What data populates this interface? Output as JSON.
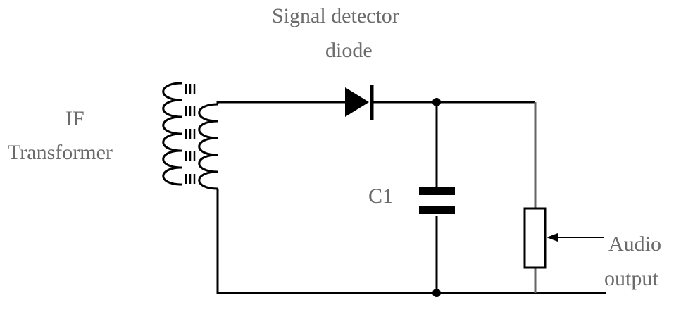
{
  "labels": {
    "detector_line1": "Signal detector",
    "detector_line2": "diode",
    "transformer_line1": "IF",
    "transformer_line2": "Transformer",
    "capacitor": "C1",
    "output_line1": "Audio",
    "output_line2": "output"
  },
  "colors": {
    "wire": "#000000",
    "lead": "#666666",
    "text": "#6b6b6b"
  }
}
